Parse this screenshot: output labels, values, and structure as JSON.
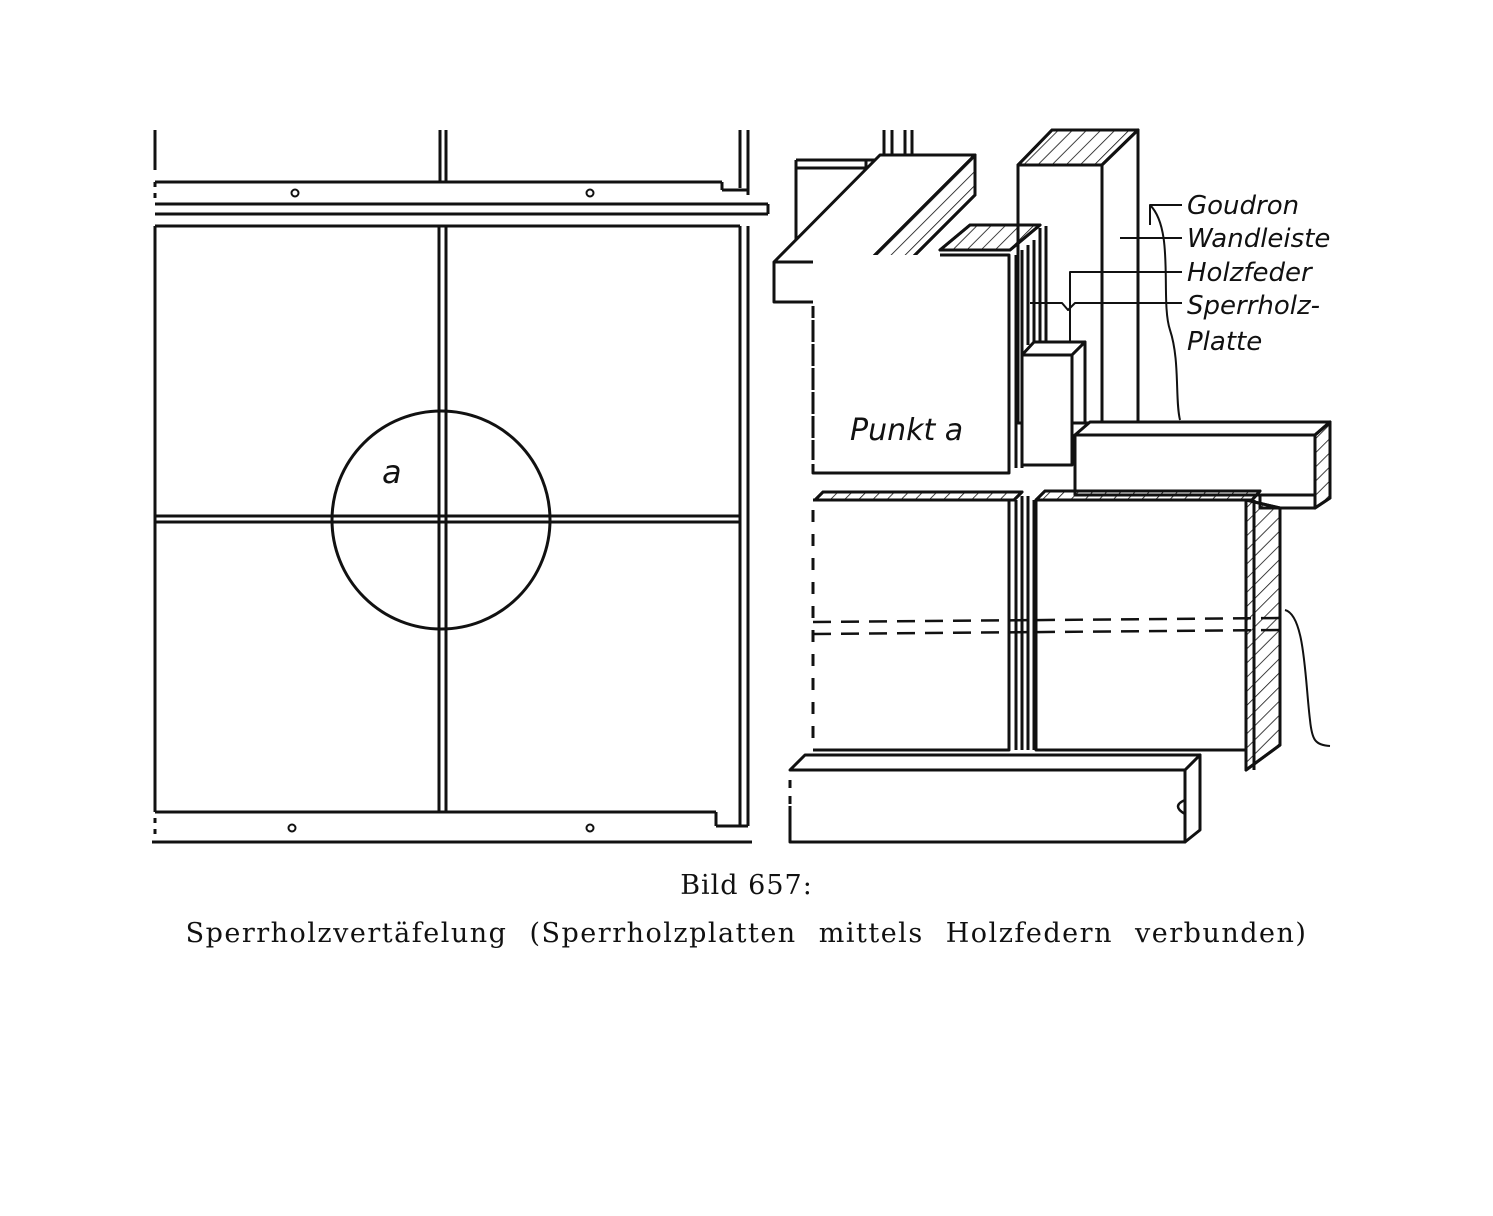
{
  "left_view": {
    "detail_marker": "a"
  },
  "right_view": {
    "detail_title": "Punkt a",
    "labels": [
      "Goudron",
      "Wandleiste",
      "Holzfeder",
      "Sperrholz-",
      "Platte"
    ]
  },
  "caption": {
    "title": "Bild 657:",
    "text": "Sperrholzvertäfelung (Sperrholzplatten mittels Holzfedern verbunden)"
  },
  "colors": {
    "ink": "#111111",
    "paper": "#ffffff"
  }
}
